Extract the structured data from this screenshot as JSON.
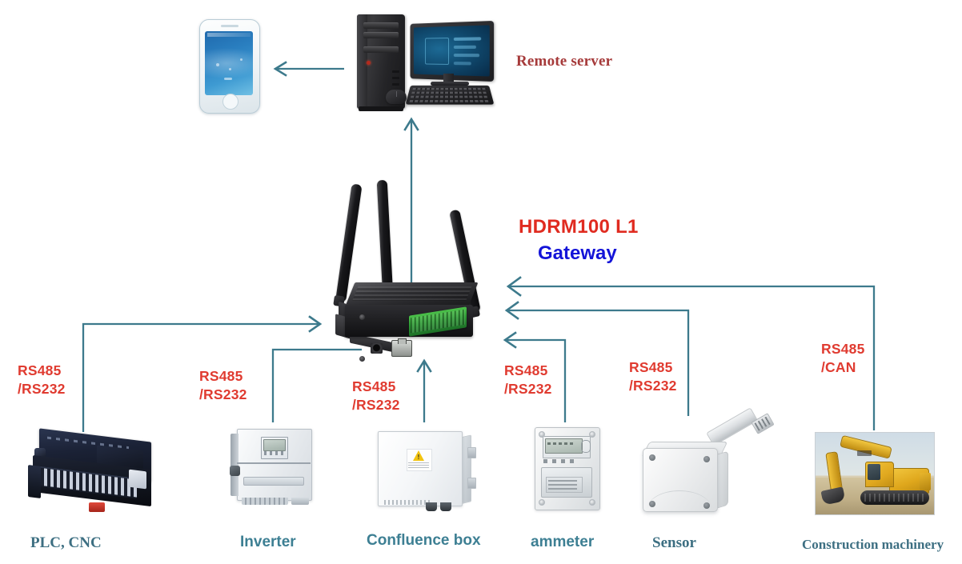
{
  "diagram": {
    "title": "HDRM100 L1 Gateway IoT topology",
    "gateway": {
      "model": "HDRM100 L1",
      "subtitle": "Gateway",
      "model_color": "#e02b20",
      "subtitle_color": "#1414d8"
    },
    "cloud": {
      "remote_server_label": "Remote server",
      "remote_server_color": "#a63a3a"
    },
    "connector_color": "#3d7a8c",
    "protocol_color": "#e03b30",
    "protocols": [
      {
        "id": "plc",
        "text": "RS485\n/RS232"
      },
      {
        "id": "inverter",
        "text": "RS485\n/RS232"
      },
      {
        "id": "confluence",
        "text": "RS485\n/RS232"
      },
      {
        "id": "ammeter",
        "text": "RS485\n/RS232"
      },
      {
        "id": "sensor",
        "text": "RS485\n/RS232"
      },
      {
        "id": "construction",
        "text": "RS485\n/CAN"
      }
    ],
    "devices": [
      {
        "id": "plc",
        "label": "PLC, CNC",
        "style": "serif"
      },
      {
        "id": "inverter",
        "label": "Inverter",
        "style": "sans"
      },
      {
        "id": "confluence",
        "label": "Confluence box",
        "style": "sans"
      },
      {
        "id": "ammeter",
        "label": "ammeter",
        "style": "sans"
      },
      {
        "id": "sensor",
        "label": "Sensor",
        "style": "serif"
      },
      {
        "id": "construction",
        "label": "Construction machinery",
        "style": "serif"
      }
    ]
  }
}
